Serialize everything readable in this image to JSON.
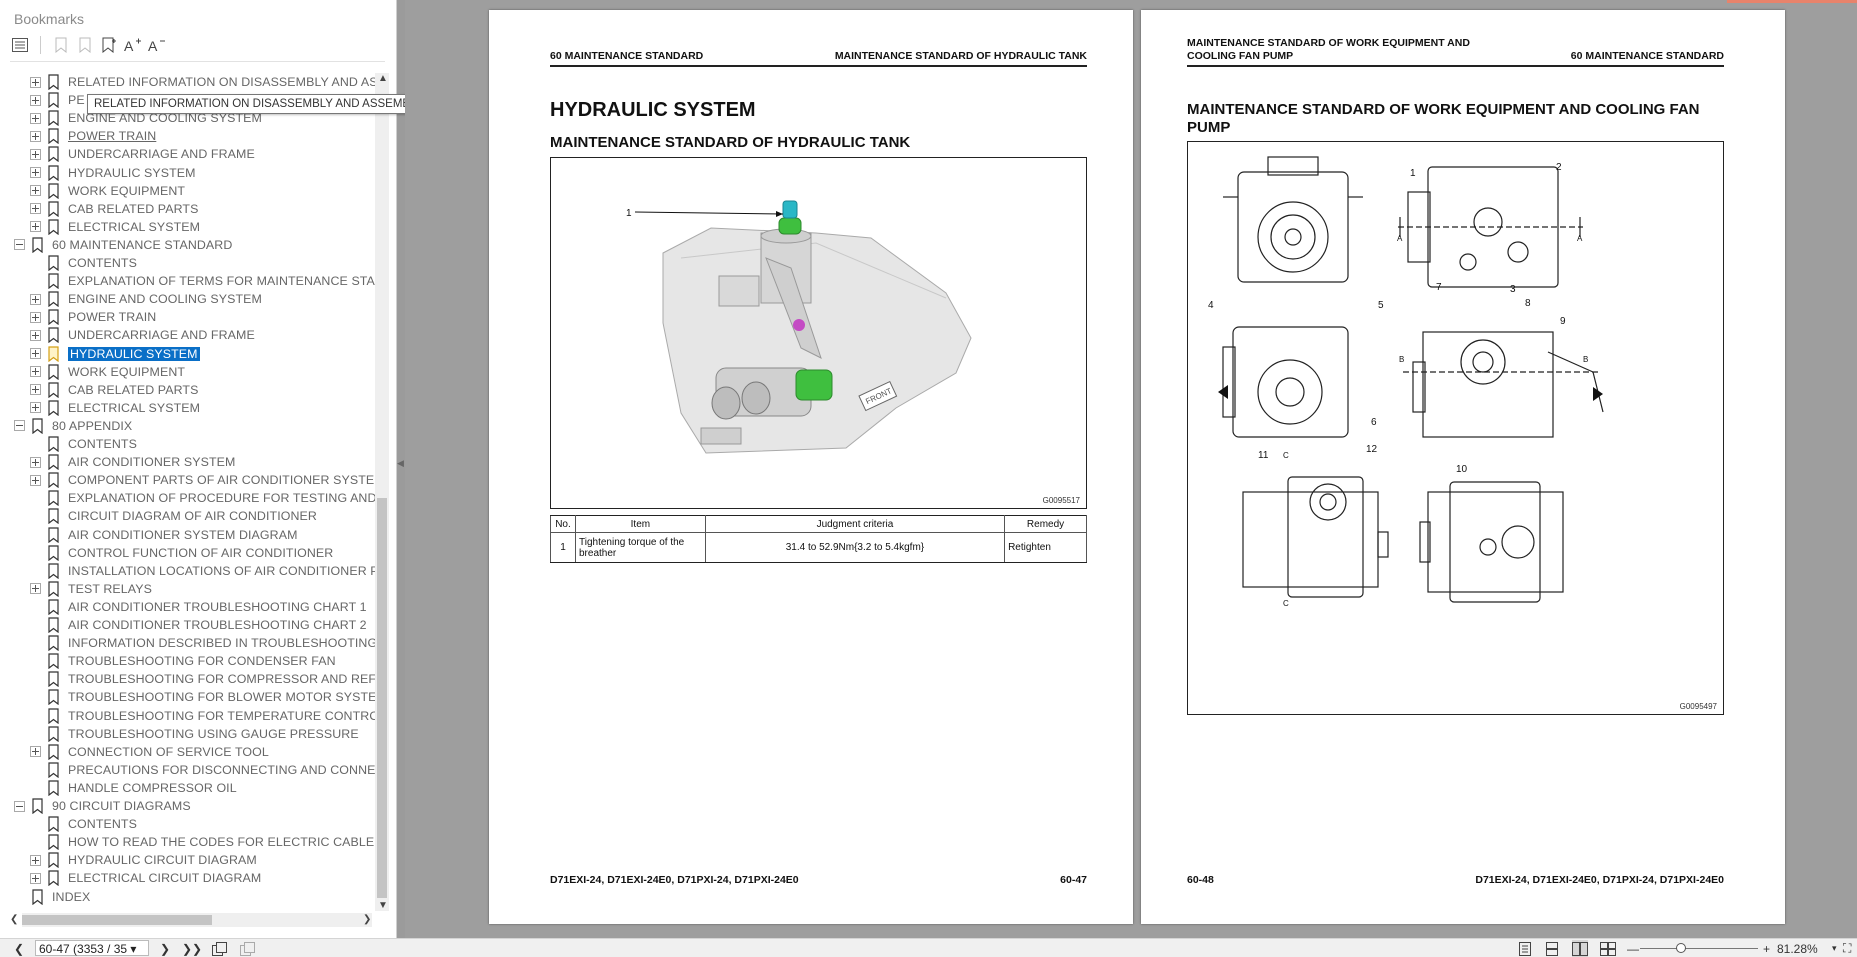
{
  "sidebar": {
    "title": "Bookmarks",
    "tooltip": "RELATED INFORMATION ON DISASSEMBLY AND ASSEMBLY",
    "toolbar_icons": [
      "options-menu-icon",
      "delete-bookmark-icon",
      "new-bookmark-icon",
      "add-bookmark-icon",
      "expand-text-icon",
      "shrink-text-icon"
    ],
    "tree": [
      {
        "label": "RELATED INFORMATION ON DISASSEMBLY AND ASSEM",
        "level": 2,
        "exp": "plus"
      },
      {
        "label": "PE",
        "level": 2,
        "exp": "plus"
      },
      {
        "label": "ENGINE AND COOLING SYSTEM",
        "level": 2,
        "exp": "plus"
      },
      {
        "label": "POWER TRAIN",
        "level": 2,
        "exp": "plus",
        "link": true
      },
      {
        "label": "UNDERCARRIAGE AND FRAME",
        "level": 2,
        "exp": "plus"
      },
      {
        "label": "HYDRAULIC SYSTEM",
        "level": 2,
        "exp": "plus"
      },
      {
        "label": "WORK EQUIPMENT",
        "level": 2,
        "exp": "plus"
      },
      {
        "label": "CAB RELATED PARTS",
        "level": 2,
        "exp": "plus"
      },
      {
        "label": "ELECTRICAL SYSTEM",
        "level": 2,
        "exp": "plus"
      },
      {
        "label": "60  MAINTENANCE STANDARD",
        "level": 1,
        "exp": "minus"
      },
      {
        "label": "CONTENTS",
        "level": 2,
        "exp": "none"
      },
      {
        "label": "EXPLANATION OF TERMS FOR MAINTENANCE STANDA",
        "level": 2,
        "exp": "none"
      },
      {
        "label": "ENGINE AND COOLING SYSTEM",
        "level": 2,
        "exp": "plus"
      },
      {
        "label": "POWER TRAIN",
        "level": 2,
        "exp": "plus"
      },
      {
        "label": "UNDERCARRIAGE AND FRAME",
        "level": 2,
        "exp": "plus"
      },
      {
        "label": "HYDRAULIC SYSTEM",
        "level": 2,
        "exp": "plus",
        "selected": true
      },
      {
        "label": "WORK EQUIPMENT",
        "level": 2,
        "exp": "plus"
      },
      {
        "label": "CAB RELATED PARTS",
        "level": 2,
        "exp": "plus"
      },
      {
        "label": "ELECTRICAL SYSTEM",
        "level": 2,
        "exp": "plus"
      },
      {
        "label": "80  APPENDIX",
        "level": 1,
        "exp": "minus"
      },
      {
        "label": "CONTENTS",
        "level": 2,
        "exp": "none"
      },
      {
        "label": "AIR CONDITIONER SYSTEM",
        "level": 2,
        "exp": "plus"
      },
      {
        "label": "COMPONENT PARTS OF AIR CONDITIONER SYSTEM",
        "level": 2,
        "exp": "plus"
      },
      {
        "label": "EXPLANATION OF PROCEDURE FOR TESTING AND TRO",
        "level": 2,
        "exp": "none"
      },
      {
        "label": "CIRCUIT DIAGRAM OF AIR CONDITIONER",
        "level": 2,
        "exp": "none"
      },
      {
        "label": "AIR CONDITIONER SYSTEM DIAGRAM",
        "level": 2,
        "exp": "none"
      },
      {
        "label": "CONTROL FUNCTION OF AIR CONDITIONER",
        "level": 2,
        "exp": "none"
      },
      {
        "label": "INSTALLATION LOCATIONS OF AIR CONDITIONER PAR",
        "level": 2,
        "exp": "none"
      },
      {
        "label": "TEST RELAYS",
        "level": 2,
        "exp": "plus"
      },
      {
        "label": "AIR CONDITIONER TROUBLESHOOTING CHART 1",
        "level": 2,
        "exp": "none"
      },
      {
        "label": "AIR CONDITIONER TROUBLESHOOTING CHART 2",
        "level": 2,
        "exp": "none"
      },
      {
        "label": "INFORMATION DESCRIBED IN TROUBLESHOOTING TAB",
        "level": 2,
        "exp": "none"
      },
      {
        "label": "TROUBLESHOOTING FOR CONDENSER FAN",
        "level": 2,
        "exp": "none"
      },
      {
        "label": "TROUBLESHOOTING FOR COMPRESSOR AND REFRIGER",
        "level": 2,
        "exp": "none"
      },
      {
        "label": "TROUBLESHOOTING FOR BLOWER MOTOR SYSTEM (N",
        "level": 2,
        "exp": "none"
      },
      {
        "label": "TROUBLESHOOTING FOR TEMPERATURE CONTROL FU",
        "level": 2,
        "exp": "none"
      },
      {
        "label": "TROUBLESHOOTING USING GAUGE PRESSURE",
        "level": 2,
        "exp": "none"
      },
      {
        "label": "CONNECTION OF SERVICE TOOL",
        "level": 2,
        "exp": "plus"
      },
      {
        "label": "PRECAUTIONS FOR DISCONNECTING AND CONNECTIN",
        "level": 2,
        "exp": "none"
      },
      {
        "label": "HANDLE COMPRESSOR OIL",
        "level": 2,
        "exp": "none"
      },
      {
        "label": "90  CIRCUIT DIAGRAMS",
        "level": 1,
        "exp": "minus"
      },
      {
        "label": "CONTENTS",
        "level": 2,
        "exp": "none"
      },
      {
        "label": "HOW TO READ THE CODES FOR ELECTRIC CABLE",
        "level": 2,
        "exp": "none"
      },
      {
        "label": "HYDRAULIC CIRCUIT DIAGRAM",
        "level": 2,
        "exp": "plus"
      },
      {
        "label": "ELECTRICAL CIRCUIT DIAGRAM",
        "level": 2,
        "exp": "plus"
      },
      {
        "label": "INDEX",
        "level": 1,
        "exp": "none"
      }
    ]
  },
  "page1": {
    "header_left": "60 MAINTENANCE STANDARD",
    "header_right": "MAINTENANCE STANDARD OF HYDRAULIC TANK",
    "title": "HYDRAULIC SYSTEM",
    "subtitle": "MAINTENANCE STANDARD OF HYDRAULIC TANK",
    "figure_callout": "1",
    "front_mark": "FRONT",
    "figure_code": "G0095517",
    "table": {
      "headers": [
        "No.",
        "Item",
        "Judgment criteria",
        "Remedy"
      ],
      "rows": [
        [
          "1",
          "Tightening torque of the breather",
          "31.4 to 52.9Nm{3.2 to 5.4kgfm}",
          "Retighten"
        ]
      ]
    },
    "footer_left": "D71EXI-24, D71EXI-24E0, D71PXI-24, D71PXI-24E0",
    "footer_right": "60-47"
  },
  "page2": {
    "header_left": "MAINTENANCE STANDARD OF WORK EQUIPMENT AND COOLING FAN PUMP",
    "header_right": "60 MAINTENANCE STANDARD",
    "title": "MAINTENANCE STANDARD OF WORK EQUIPMENT AND COOLING FAN PUMP",
    "callouts": [
      "1",
      "2",
      "3",
      "4",
      "5",
      "6",
      "7",
      "8",
      "9",
      "10",
      "11",
      "12"
    ],
    "section_marks": [
      "A",
      "B",
      "C"
    ],
    "figure_code": "G0095497",
    "footer_left": "60-48",
    "footer_right": "D71EXI-24, D71EXI-24E0, D71PXI-24, D71PXI-24E0"
  },
  "statusbar": {
    "page_field": "60-47 (3353 / 35",
    "zoom": "81.28%"
  }
}
